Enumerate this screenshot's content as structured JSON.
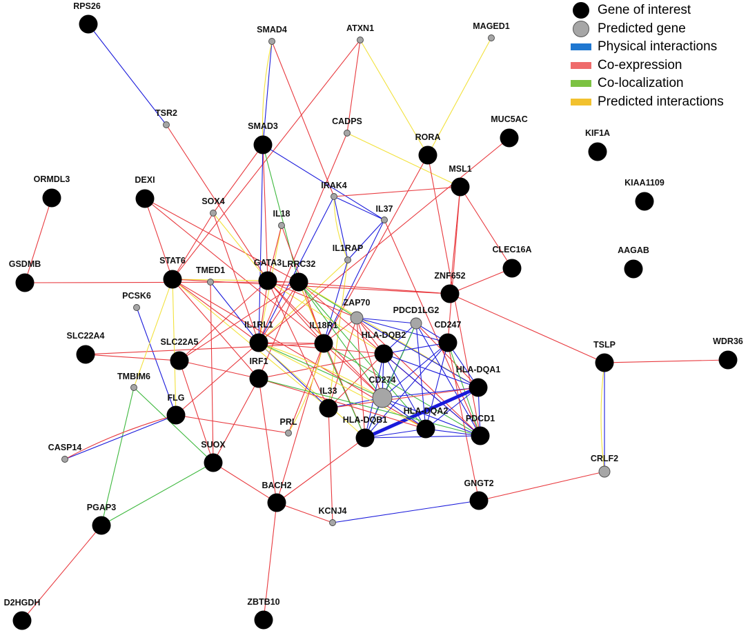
{
  "legend": {
    "items": [
      {
        "label": "Gene of interest",
        "kind": "dot",
        "color": "#000000"
      },
      {
        "label": "Predicted gene",
        "kind": "dot",
        "color": "#a6a6a6"
      },
      {
        "label": "Physical interactions",
        "kind": "bar",
        "color": "#1f77d0"
      },
      {
        "label": "Co-expression",
        "kind": "bar",
        "color": "#ef6b6b"
      },
      {
        "label": "Co-localization",
        "kind": "bar",
        "color": "#7cc242"
      },
      {
        "label": "Predicted interactions",
        "kind": "bar",
        "color": "#f2c12e"
      }
    ]
  },
  "edge_colors": {
    "physical": "#1a1adb",
    "coexp": "#e8383d",
    "coloc": "#3db83d",
    "predicted": "#f2e13b"
  },
  "genes_of_interest": [
    "RPS26",
    "SMAD3",
    "ORMDL3",
    "DEXI",
    "GSDMB",
    "STAT6",
    "GATA3",
    "LRRC32",
    "IL1RL1",
    "IL18R1",
    "HLA-DQB2",
    "SLC22A4",
    "SLC22A5",
    "IRF1",
    "FLG",
    "IL33",
    "HLA-DQB1",
    "HLA-DQA2",
    "SUOX",
    "BACH2",
    "PGAP3",
    "D2HGDH",
    "ZBTB10",
    "RORA",
    "MSL1",
    "MUC5AC",
    "KIF1A",
    "KIAA1109",
    "AAGAB",
    "CLEC16A",
    "ZNF652",
    "CD247",
    "HLA-DQA1",
    "PDCD1",
    "GNGT2",
    "TSLP",
    "WDR36"
  ],
  "predicted_genes": [
    "SMAD4",
    "ATXN1",
    "MAGED1",
    "TSR2",
    "CADPS",
    "SOX4",
    "IL18",
    "IRAK4",
    "IL37",
    "IL1RAP",
    "TMED1",
    "PCSK6",
    "ZAP70",
    "PDCD1LG2",
    "CD274",
    "TMBIM6",
    "PRL",
    "CASP14",
    "KCNJ4",
    "CRLF2"
  ],
  "edges": [
    {
      "source": "RPS26",
      "target": "TSR2",
      "type": "physical"
    },
    {
      "source": "TSR2",
      "target": "GATA3",
      "type": "coexp"
    },
    {
      "source": "SMAD4",
      "target": "SMAD3",
      "type": "physical"
    },
    {
      "source": "SMAD4",
      "target": "SMAD3",
      "type": "predicted"
    },
    {
      "source": "SMAD4",
      "target": "IRAK4",
      "type": "coexp"
    },
    {
      "source": "ATXN1",
      "target": "STAT6",
      "type": "coexp"
    },
    {
      "source": "ATXN1",
      "target": "CADPS",
      "type": "coexp"
    },
    {
      "source": "ATXN1",
      "target": "RORA",
      "type": "predicted"
    },
    {
      "source": "MAGED1",
      "target": "RORA",
      "type": "predicted"
    },
    {
      "source": "CADPS",
      "target": "IL1RL1",
      "type": "coexp"
    },
    {
      "source": "CADPS",
      "target": "MSL1",
      "type": "predicted"
    },
    {
      "source": "SMAD3",
      "target": "SOX4",
      "type": "coexp"
    },
    {
      "source": "SMAD3",
      "target": "GATA3",
      "type": "coexp"
    },
    {
      "source": "SMAD3",
      "target": "LRRC32",
      "type": "coloc"
    },
    {
      "source": "SMAD3",
      "target": "IL37",
      "type": "physical"
    },
    {
      "source": "SMAD3",
      "target": "IL1RL1",
      "type": "physical"
    },
    {
      "source": "MUC5AC",
      "target": "IL1RL1",
      "type": "coexp"
    },
    {
      "source": "RORA",
      "target": "PDCD1",
      "type": "coexp"
    },
    {
      "source": "RORA",
      "target": "IL18R1",
      "type": "coexp"
    },
    {
      "source": "MSL1",
      "target": "IRAK4",
      "type": "coexp"
    },
    {
      "source": "MSL1",
      "target": "CLEC16A",
      "type": "coexp"
    },
    {
      "source": "MSL1",
      "target": "CD247",
      "type": "coexp"
    },
    {
      "source": "ORMDL3",
      "target": "GSDMB",
      "type": "coexp"
    },
    {
      "source": "GSDMB",
      "target": "LRRC32",
      "type": "coexp"
    },
    {
      "source": "DEXI",
      "target": "STAT6",
      "type": "coexp"
    },
    {
      "source": "DEXI",
      "target": "LRRC32",
      "type": "coexp"
    },
    {
      "source": "DEXI",
      "target": "IL18R1",
      "type": "coexp"
    },
    {
      "source": "SOX4",
      "target": "GATA3",
      "type": "predicted"
    },
    {
      "source": "SOX4",
      "target": "IL1RL1",
      "type": "coexp"
    },
    {
      "source": "SOX4",
      "target": "STAT6",
      "type": "coexp"
    },
    {
      "source": "IL18",
      "target": "IL18R1",
      "type": "coexp"
    },
    {
      "source": "IL18",
      "target": "IL1RL1",
      "type": "predicted"
    },
    {
      "source": "IL18",
      "target": "GATA3",
      "type": "coexp"
    },
    {
      "source": "IRAK4",
      "target": "IL1RAP",
      "type": "physical"
    },
    {
      "source": "IRAK4",
      "target": "IL1RAP",
      "type": "predicted"
    },
    {
      "source": "IRAK4",
      "target": "IL1RL1",
      "type": "physical"
    },
    {
      "source": "IRAK4",
      "target": "IL37",
      "type": "physical"
    },
    {
      "source": "IL37",
      "target": "IL18R1",
      "type": "physical"
    },
    {
      "source": "IL37",
      "target": "IL1RAP",
      "type": "physical"
    },
    {
      "source": "IL37",
      "target": "PDCD1",
      "type": "coexp"
    },
    {
      "source": "IL1RAP",
      "target": "IL1RL1",
      "type": "predicted"
    },
    {
      "source": "IL1RAP",
      "target": "IL33",
      "type": "predicted"
    },
    {
      "source": "IL1RAP",
      "target": "IL18R1",
      "type": "physical"
    },
    {
      "source": "STAT6",
      "target": "GATA3",
      "type": "predicted"
    },
    {
      "source": "STAT6",
      "target": "IL1RL1",
      "type": "coexp"
    },
    {
      "source": "STAT6",
      "target": "IRF1",
      "type": "coexp"
    },
    {
      "source": "STAT6",
      "target": "IL33",
      "type": "predicted"
    },
    {
      "source": "STAT6",
      "target": "HLA-DQA2",
      "type": "coexp"
    },
    {
      "source": "TMED1",
      "target": "IL1RL1",
      "type": "physical"
    },
    {
      "source": "TMED1",
      "target": "SUOX",
      "type": "coexp"
    },
    {
      "source": "PCSK6",
      "target": "FLG",
      "type": "physical"
    },
    {
      "source": "GATA3",
      "target": "IL1RL1",
      "type": "coexp"
    },
    {
      "source": "GATA3",
      "target": "IL18R1",
      "type": "coexp"
    },
    {
      "source": "GATA3",
      "target": "ZAP70",
      "type": "coexp"
    },
    {
      "source": "GATA3",
      "target": "CD274",
      "type": "coexp"
    },
    {
      "source": "GATA3",
      "target": "HLA-DQB2",
      "type": "predicted"
    },
    {
      "source": "GATA3",
      "target": "SLC22A5",
      "type": "coexp"
    },
    {
      "source": "GATA3",
      "target": "IL33",
      "type": "coexp"
    },
    {
      "source": "GATA3",
      "target": "ZNF652",
      "type": "coexp"
    },
    {
      "source": "LRRC32",
      "target": "ZAP70",
      "type": "coloc"
    },
    {
      "source": "LRRC32",
      "target": "IL1RL1",
      "type": "coexp"
    },
    {
      "source": "LRRC32",
      "target": "CD274",
      "type": "coloc"
    },
    {
      "source": "LRRC32",
      "target": "HLA-DQB1",
      "type": "coexp"
    },
    {
      "source": "LRRC32",
      "target": "HLA-DQA1",
      "type": "predicted"
    },
    {
      "source": "LRRC32",
      "target": "IRF1",
      "type": "coexp"
    },
    {
      "source": "LRRC32",
      "target": "PDCD1",
      "type": "coexp"
    },
    {
      "source": "LRRC32",
      "target": "HLA-DQA2",
      "type": "coloc"
    },
    {
      "source": "LRRC32",
      "target": "IL18R1",
      "type": "predicted"
    },
    {
      "source": "IL1RL1",
      "target": "IL18R1",
      "type": "coexp"
    },
    {
      "source": "IL1RL1",
      "target": "IL33",
      "type": "physical"
    },
    {
      "source": "IL1RL1",
      "target": "HLA-DQB2",
      "type": "coexp"
    },
    {
      "source": "IL1RL1",
      "target": "CD274",
      "type": "coloc"
    },
    {
      "source": "IL1RL1",
      "target": "FLG",
      "type": "coexp"
    },
    {
      "source": "IL1RL1",
      "target": "HLA-DQB1",
      "type": "predicted"
    },
    {
      "source": "IL18R1",
      "target": "ZAP70",
      "type": "coexp"
    },
    {
      "source": "IL18R1",
      "target": "CD274",
      "type": "coexp"
    },
    {
      "source": "IL18R1",
      "target": "BACH2",
      "type": "coexp"
    },
    {
      "source": "IL18R1",
      "target": "PRL",
      "type": "coexp"
    },
    {
      "source": "IL18R1",
      "target": "HLA-DQB1",
      "type": "coloc"
    },
    {
      "source": "IL18R1",
      "target": "PDCD1",
      "type": "coloc"
    },
    {
      "source": "ZAP70",
      "target": "CD247",
      "type": "physical"
    },
    {
      "source": "ZAP70",
      "target": "PDCD1LG2",
      "type": "physical"
    },
    {
      "source": "ZAP70",
      "target": "HLA-DQB2",
      "type": "coexp"
    },
    {
      "source": "ZAP70",
      "target": "CD274",
      "type": "coexp"
    },
    {
      "source": "ZAP70",
      "target": "HLA-DQA1",
      "type": "physical"
    },
    {
      "source": "ZAP70",
      "target": "HLA-DQB1",
      "type": "coexp"
    },
    {
      "source": "ZAP70",
      "target": "PDCD1",
      "type": "coexp"
    },
    {
      "source": "ZAP70",
      "target": "IL33",
      "type": "coexp"
    },
    {
      "source": "PDCD1LG2",
      "target": "CD247",
      "type": "physical"
    },
    {
      "source": "PDCD1LG2",
      "target": "HLA-DQB2",
      "type": "physical"
    },
    {
      "source": "PDCD1LG2",
      "target": "PDCD1",
      "type": "physical"
    },
    {
      "source": "PDCD1LG2",
      "target": "HLA-DQA1",
      "type": "coexp"
    },
    {
      "source": "PDCD1LG2",
      "target": "CD274",
      "type": "physical"
    },
    {
      "source": "PDCD1LG2",
      "target": "HLA-DQB1",
      "type": "coloc"
    },
    {
      "source": "PDCD1LG2",
      "target": "HLA-DQA2",
      "type": "physical"
    },
    {
      "source": "CD247",
      "target": "HLA-DQB2",
      "type": "physical"
    },
    {
      "source": "CD247",
      "target": "HLA-DQA1",
      "type": "physical"
    },
    {
      "source": "CD247",
      "target": "HLA-DQB1",
      "type": "physical"
    },
    {
      "source": "CD247",
      "target": "HLA-DQA2",
      "type": "physical"
    },
    {
      "source": "CD247",
      "target": "PDCD1",
      "type": "coloc"
    },
    {
      "source": "CD247",
      "target": "CD274",
      "type": "physical"
    },
    {
      "source": "CD247",
      "target": "GNGT2",
      "type": "coexp"
    },
    {
      "source": "HLA-DQB2",
      "target": "HLA-DQA1",
      "type": "physical"
    },
    {
      "source": "HLA-DQB2",
      "target": "HLA-DQB1",
      "type": "physical"
    },
    {
      "source": "HLA-DQB2",
      "target": "HLA-DQA2",
      "type": "physical"
    },
    {
      "source": "HLA-DQB2",
      "target": "PDCD1",
      "type": "physical"
    },
    {
      "source": "HLA-DQB2",
      "target": "CD274",
      "type": "physical"
    },
    {
      "source": "HLA-DQB2",
      "target": "IL33",
      "type": "coexp"
    },
    {
      "source": "HLA-DQB2",
      "target": "IRF1",
      "type": "coexp"
    },
    {
      "source": "CD274",
      "target": "HLA-DQA1",
      "type": "physical"
    },
    {
      "source": "CD274",
      "target": "HLA-DQB1",
      "type": "physical"
    },
    {
      "source": "CD274",
      "target": "HLA-DQA2",
      "type": "physical"
    },
    {
      "source": "CD274",
      "target": "PDCD1",
      "type": "physical"
    },
    {
      "source": "CD274",
      "target": "IL33",
      "type": "physical"
    },
    {
      "source": "CD274",
      "target": "IL1RL1",
      "type": "predicted"
    },
    {
      "source": "HLA-DQA1",
      "target": "HLA-DQB1",
      "type": "physical",
      "weight": 5
    },
    {
      "source": "HLA-DQA1",
      "target": "HLA-DQA2",
      "type": "physical"
    },
    {
      "source": "HLA-DQA1",
      "target": "PDCD1",
      "type": "physical"
    },
    {
      "source": "HLA-DQA1",
      "target": "IL33",
      "type": "coexp"
    },
    {
      "source": "HLA-DQB1",
      "target": "HLA-DQA2",
      "type": "physical"
    },
    {
      "source": "HLA-DQB1",
      "target": "PDCD1",
      "type": "physical"
    },
    {
      "source": "HLA-DQB1",
      "target": "BACH2",
      "type": "coexp"
    },
    {
      "source": "HLA-DQA2",
      "target": "PDCD1",
      "type": "physical"
    },
    {
      "source": "HLA-DQA2",
      "target": "IRF1",
      "type": "coexp"
    },
    {
      "source": "HLA-DQA2",
      "target": "IL1RL1",
      "type": "predicted"
    },
    {
      "source": "ZNF652",
      "target": "CLEC16A",
      "type": "coexp"
    },
    {
      "source": "ZNF652",
      "target": "MSL1",
      "type": "coexp"
    },
    {
      "source": "ZNF652",
      "target": "TSLP",
      "type": "coexp"
    },
    {
      "source": "ZNF652",
      "target": "STAT6",
      "type": "coexp"
    },
    {
      "source": "SLC22A4",
      "target": "SLC22A5",
      "type": "coexp"
    },
    {
      "source": "SLC22A4",
      "target": "IL18R1",
      "type": "coexp"
    },
    {
      "source": "SLC22A5",
      "target": "SUOX",
      "type": "coexp"
    },
    {
      "source": "SLC22A5",
      "target": "IRF1",
      "type": "coexp"
    },
    {
      "source": "SLC22A5",
      "target": "LRRC32",
      "type": "coexp"
    },
    {
      "source": "IRF1",
      "target": "BACH2",
      "type": "coexp"
    },
    {
      "source": "IRF1",
      "target": "SUOX",
      "type": "coexp"
    },
    {
      "source": "IRF1",
      "target": "PDCD1",
      "type": "coloc"
    },
    {
      "source": "TMBIM6",
      "target": "PGAP3",
      "type": "coloc"
    },
    {
      "source": "TMBIM6",
      "target": "STAT6",
      "type": "predicted"
    },
    {
      "source": "TMBIM6",
      "target": "SUOX",
      "type": "coloc"
    },
    {
      "source": "FLG",
      "target": "CASP14",
      "type": "physical"
    },
    {
      "source": "FLG",
      "target": "CASP14",
      "type": "coexp"
    },
    {
      "source": "FLG",
      "target": "PRL",
      "type": "coexp"
    },
    {
      "source": "FLG",
      "target": "STAT6",
      "type": "predicted"
    },
    {
      "source": "IL33",
      "target": "KCNJ4",
      "type": "coexp"
    },
    {
      "source": "SUOX",
      "target": "BACH2",
      "type": "coexp"
    },
    {
      "source": "SUOX",
      "target": "PGAP3",
      "type": "coloc"
    },
    {
      "source": "PGAP3",
      "target": "D2HGDH",
      "type": "coexp"
    },
    {
      "source": "BACH2",
      "target": "ZBTB10",
      "type": "coexp"
    },
    {
      "source": "BACH2",
      "target": "KCNJ4",
      "type": "coexp"
    },
    {
      "source": "KCNJ4",
      "target": "GNGT2",
      "type": "physical"
    },
    {
      "source": "GNGT2",
      "target": "CRLF2",
      "type": "coexp"
    },
    {
      "source": "TSLP",
      "target": "CRLF2",
      "type": "physical"
    },
    {
      "source": "TSLP",
      "target": "CRLF2",
      "type": "predicted"
    },
    {
      "source": "TSLP",
      "target": "WDR36",
      "type": "coexp"
    },
    {
      "source": "PRL",
      "target": "IL18R1",
      "type": "predicted"
    }
  ]
}
